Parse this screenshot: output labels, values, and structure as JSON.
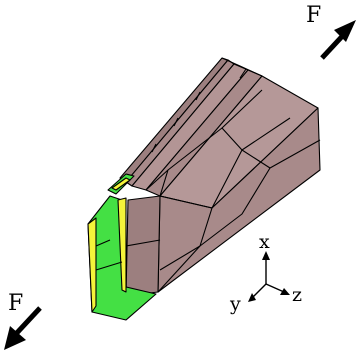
{
  "forces": {
    "top_label": "F",
    "bottom_label": "F"
  },
  "axes": {
    "x_label": "x",
    "y_label": "y",
    "z_label": "z"
  },
  "colors": {
    "block_face": "#a88a8a",
    "block_face_light": "#b59898",
    "edge": "#000000",
    "insert_green": "#44e044",
    "insert_yellow": "#f4f43a",
    "arrow": "#000000"
  }
}
